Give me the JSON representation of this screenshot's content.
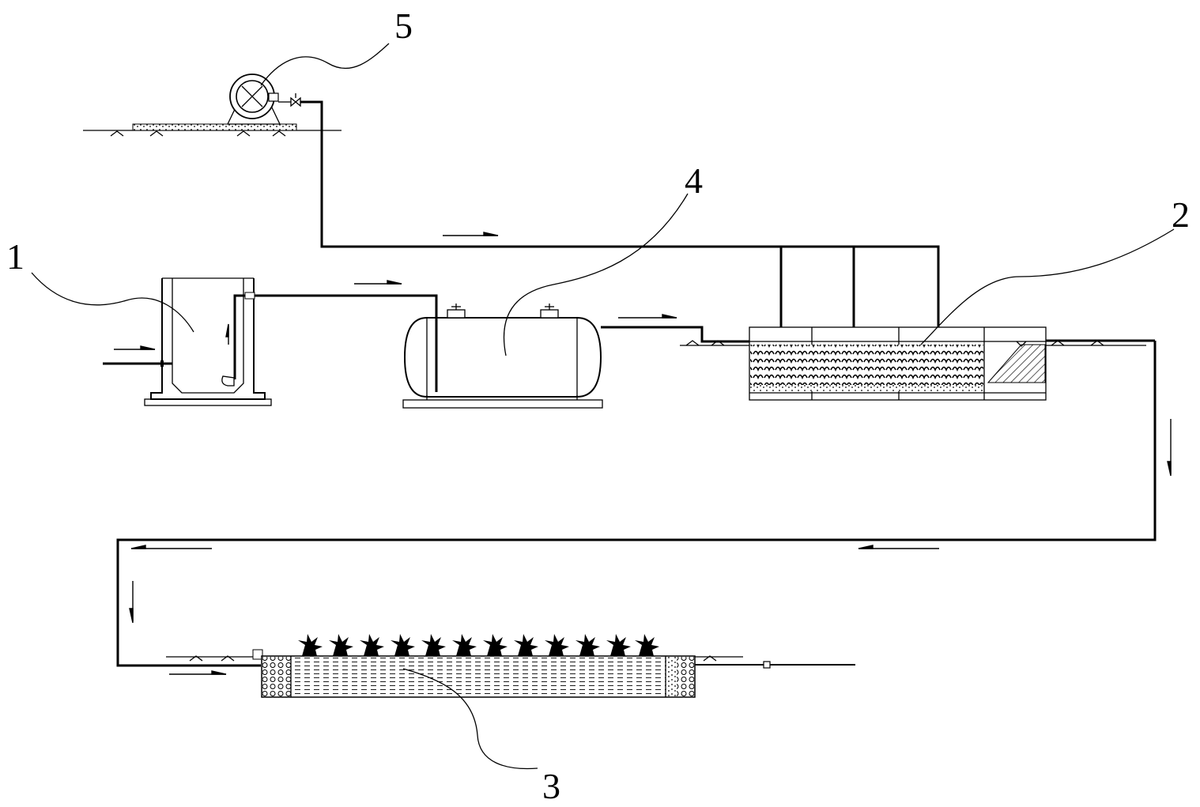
{
  "labels": {
    "equipment_1": "1",
    "equipment_2": "2",
    "equipment_3": "3",
    "equipment_4": "4",
    "equipment_5": "5"
  },
  "colors": {
    "line": "#000000",
    "background": "#ffffff"
  }
}
